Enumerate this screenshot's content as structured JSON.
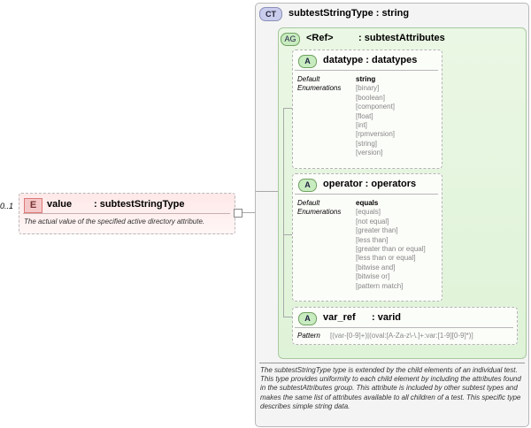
{
  "element": {
    "occurrence": "0..1",
    "badge": "E",
    "name": "value",
    "type": ": subtestStringType",
    "doc": "The actual value of the specified active directory attribute."
  },
  "complex_type": {
    "badge": "CT",
    "title": "subtestStringType : string",
    "doc": "The subtestStringType type is extended by the child elements of an individual test.  This type provides uniformity to each child element by including the attributes found in the subtestAttributes group.  This attribute is included by other subtest types and makes the same list of attributes available to all children of a test.  This specific type describes simple string data."
  },
  "attribute_group": {
    "badge": "AG",
    "ref": "<Ref>",
    "name": ": subtestAttributes"
  },
  "attributes": [
    {
      "badge": "A",
      "title": "datatype : datatypes",
      "labels": [
        "Default",
        "Enumerations"
      ],
      "default": "string",
      "enumerations": [
        "[binary]",
        "[boolean]",
        "[component]",
        "[float]",
        "[int]",
        "[rpmversion]",
        "[string]",
        "[version]"
      ]
    },
    {
      "badge": "A",
      "title": "operator : operators",
      "labels": [
        "Default",
        "Enumerations"
      ],
      "default": "equals",
      "enumerations": [
        "[equals]",
        "[not equal]",
        "[greater than]",
        "[less than]",
        "[greater than or equal]",
        "[less than or equal]",
        "[bitwise and]",
        "[bitwise or]",
        "[pattern match]"
      ]
    },
    {
      "badge": "A",
      "title_name": "var_ref",
      "title_type": ": varid",
      "pattern_label": "Pattern",
      "pattern": "[(var-[0-9]+)|(oval:[A-Za-z\\-\\.]+:var:[1-9][0-9]*)]"
    }
  ]
}
